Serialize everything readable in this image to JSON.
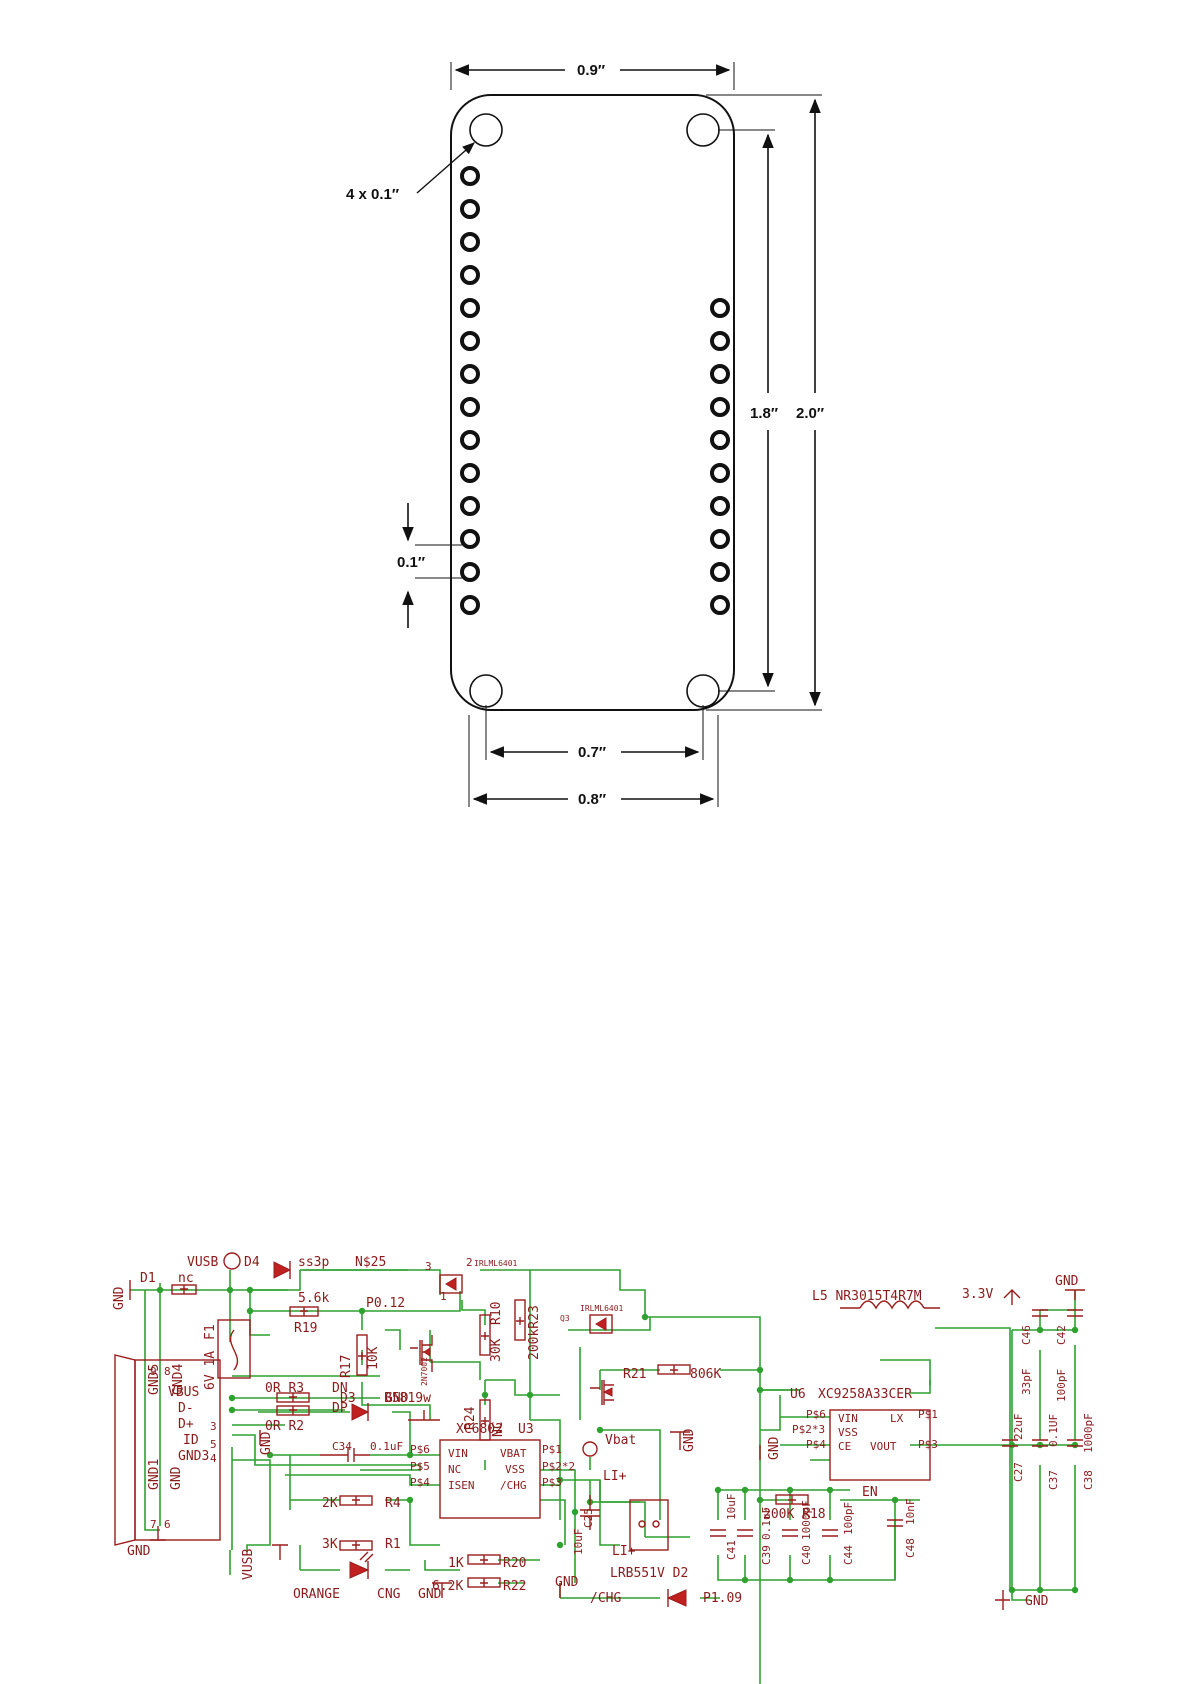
{
  "board_drawing": {
    "dim_width_top": "0.9″",
    "dim_hole_dia": "4 x 0.1″",
    "dim_pitch": "0.1″",
    "dim_hole_span_v": "1.8″",
    "dim_height": "2.0″",
    "dim_hole_span_h": "0.7″",
    "dim_width_bottom": "0.8″"
  },
  "schematic": {
    "labels": {
      "gnd": "GND",
      "d1": "D1",
      "nc": "nc",
      "vusb": "VUSB",
      "d4": "D4",
      "ss3p": "ss3p",
      "n25": "N$25",
      "pin3": "3",
      "pin2": "2",
      "pin1": "1",
      "irlml": "IRLML6401",
      "r10": "R10",
      "r10v": "30K",
      "r23": "200kR23",
      "r23pin": "1",
      "f1": "F1",
      "f1v": "6V 1A",
      "r19v": "5.6k",
      "r19": "R19",
      "p012": "P0.12",
      "r17": "R17",
      "r17v": "10K",
      "q2n": "2N7002",
      "r24": "R24",
      "r24v": "NC",
      "vbus": "VBUS",
      "gnd5": "GND5",
      "gnd4": "GND4",
      "dminus": "D-",
      "dplus": "D+",
      "id": "ID",
      "gnd1": "GND1",
      "gnd3": "GND3",
      "gnd2": "GND",
      "n9": "9",
      "n8": "8",
      "n3": "3",
      "n5": "5",
      "n4": "4",
      "n7": "7",
      "n6": "6",
      "r3": "0R R3",
      "r2": "0R R2",
      "dn": "DN",
      "dp": "DP",
      "d3": "D3",
      "b5819": "B5819w",
      "c34": "C34",
      "c34v": "0.1uF",
      "r4v": "2K",
      "r4": "R4",
      "r1v": "3K",
      "r1": "R1",
      "orange": "ORANGE",
      "cng": "CNG",
      "vusb_v": "VUSB",
      "xc6802": "XC6802",
      "u3": "U3",
      "ps6": "P$6",
      "ps5": "P$5",
      "ps4": "P$4",
      "ps1": "P$1",
      "ps2": "P$2*2",
      "ps3": "P$3",
      "vin": "VIN",
      "vbat": "VBAT",
      "ncp": "NC",
      "vss": "VSS",
      "isen": "ISEN",
      "chg": "/CHG",
      "r20v": "1K",
      "r20": "R20",
      "r22v": "6.2K",
      "r22": "R22",
      "c25": "C25",
      "c25v": "10uF",
      "vbat_net": "Vbat",
      "lip": "LI+",
      "lip2": "LI+",
      "lrb": "LRB551V D2",
      "chg2": "/CHG",
      "p109": "P1.09",
      "q3": "Q3",
      "r21": "R21",
      "r21v": "806K",
      "r18": "200K R18",
      "en": "EN",
      "l5": "L5 NR3015T4R7M",
      "u6": "U6",
      "xc9258": "XC9258A33CER",
      "ps6b": "P$6",
      "ps2b": "P$2*3",
      "ps4b": "P$4",
      "ps1b": "P$1",
      "ps3b": "P$3",
      "vinb": "VIN",
      "lx": "LX",
      "vssb": "VSS",
      "ce": "CE",
      "vout": "VOUT",
      "v33": "3.3V",
      "c46": "C46",
      "c42": "C42",
      "pf33": "33pF",
      "pf100": "100pF",
      "c27": "C27",
      "uf22": "22uF",
      "c37": "C37",
      "uf01": "0.1UF",
      "c38": "C38",
      "pf1000": "1000pF",
      "c48": "C48",
      "nf10": "10nF",
      "c41": "C41",
      "uf10": "10uF",
      "c39": "C39",
      "uf01b": "0.1uF",
      "c40": "C40",
      "pf1000b": "1000pF",
      "c44": "C44",
      "pf100b": "100pF"
    }
  }
}
